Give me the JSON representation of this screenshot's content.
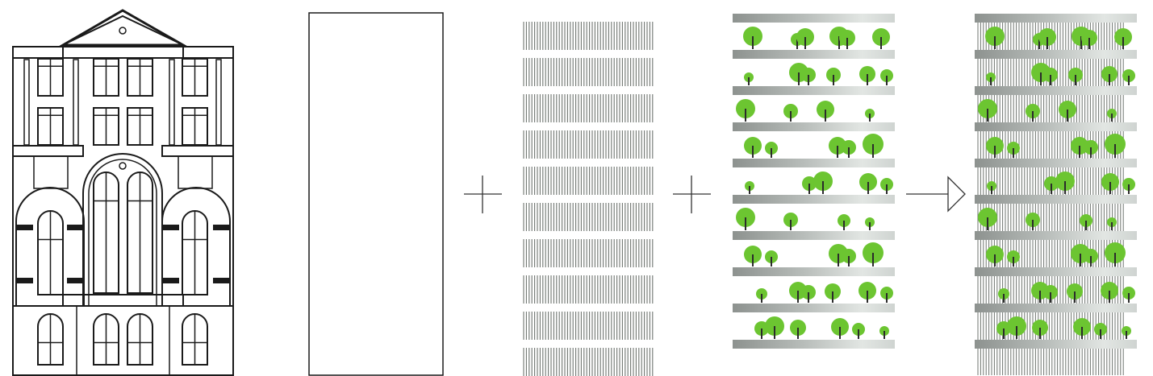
{
  "diagram": {
    "steps": [
      "existing-facade",
      "blank-facade",
      "vertical-lines-layer",
      "green-balconies-layer",
      "combined-result"
    ],
    "operators": [
      "plus",
      "plus",
      "arrow"
    ],
    "colors": {
      "line": "#1a1a1a",
      "slat": "#6f7570",
      "tree_canopy": "#6cc531",
      "tree_trunk": "#2b2b2b",
      "slab_dark": "#8d928f",
      "slab_light": "#dfe3e0"
    }
  }
}
